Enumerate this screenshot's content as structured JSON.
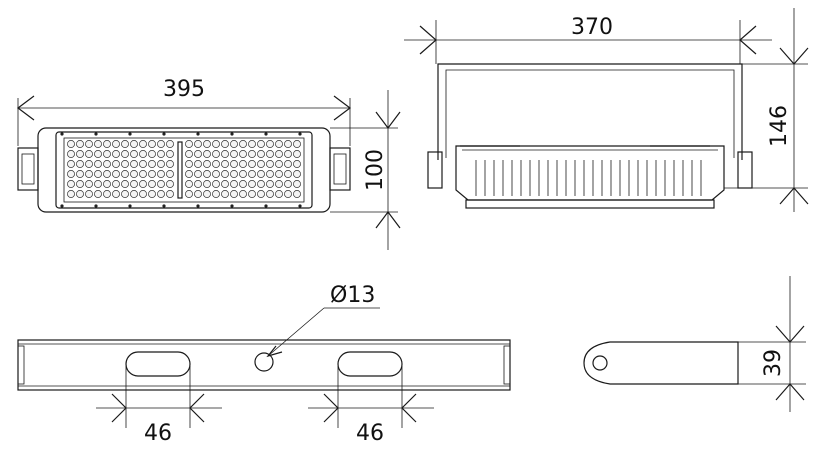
{
  "dimensions": {
    "front_width": "395",
    "front_height": "100",
    "side_width": "370",
    "side_height": "146",
    "hole_diameter": "Ø13",
    "slot_left_width": "46",
    "slot_right_width": "46",
    "bracket_height": "39"
  },
  "colors": {
    "line": "#1a1a1a",
    "background": "#ffffff"
  }
}
